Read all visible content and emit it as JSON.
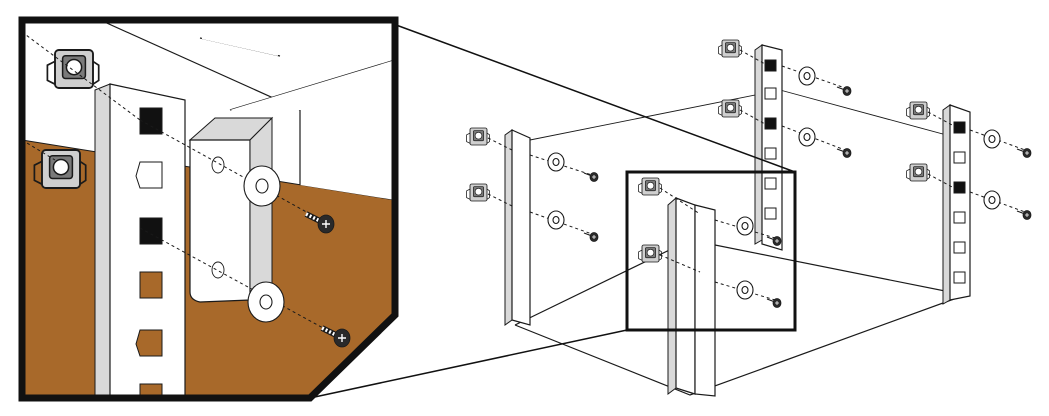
{
  "figure": {
    "description_visible_text": "",
    "colors": {
      "line": "#1a1a1a",
      "cabinet_wall": "#a8692a",
      "inset_frame": "#111111",
      "rail_fill": "#ffffff",
      "nut_fill": "#cfcfcf"
    },
    "parts": {
      "rails": 4,
      "cage_nuts_per_rail": 2,
      "washers_per_rail": 2,
      "screws_per_rail": 2
    },
    "icons": [
      "cage-nut-icon",
      "washer-icon",
      "screw-icon",
      "mounting-rail-icon",
      "bracket-icon"
    ]
  }
}
